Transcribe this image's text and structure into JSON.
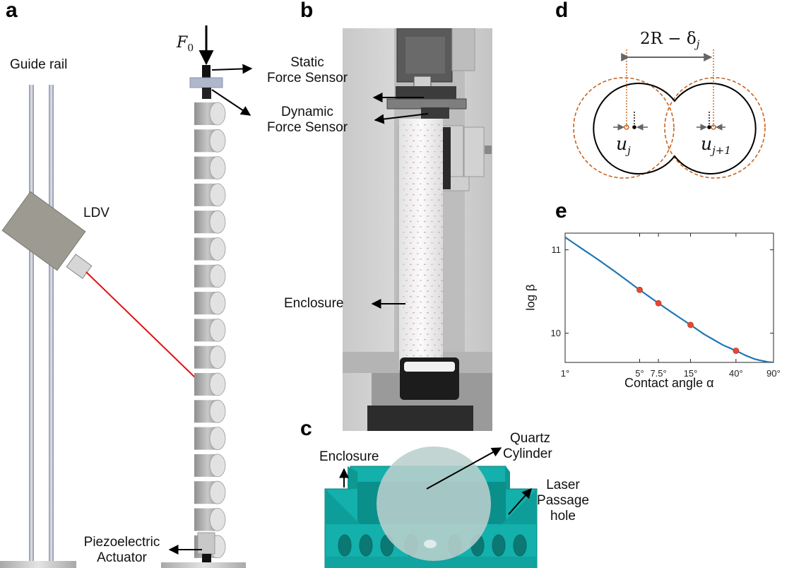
{
  "panels": {
    "a": "a",
    "b": "b",
    "c": "c",
    "d": "d",
    "e": "e"
  },
  "panel_a": {
    "guide_rail": "Guide rail",
    "ldv": "LDV",
    "force_symbol": "F",
    "force_subscript": "0",
    "static_sensor": [
      "Static",
      "Force Sensor"
    ],
    "dynamic_sensor": [
      "Dynamic",
      "Force Sensor"
    ],
    "actuator": [
      "Piezoelectric",
      "Actuator"
    ],
    "laser_color": "#e01010",
    "particle_count": 17
  },
  "panel_b": {
    "enclosure": "Enclosure"
  },
  "panel_c": {
    "enclosure": "Enclosure",
    "quartz": [
      "Quartz",
      "Cylinder"
    ],
    "laser_hole": [
      "Laser",
      "Passage",
      "hole"
    ],
    "body_color": "#13b0ac"
  },
  "panel_d": {
    "distance": "2R − δ",
    "distance_sub": "j",
    "u_left": "u",
    "u_left_sub": "j",
    "u_right": "u",
    "u_right_sub": "j+1",
    "dashed_color": "#c8641e"
  },
  "chart_data": {
    "type": "line",
    "xlabel": "Contact angle α",
    "ylabel": "log β",
    "xscale": "log",
    "xlim": [
      1,
      90
    ],
    "ylim": [
      9.65,
      11.2
    ],
    "xticks": [
      1,
      5,
      7.5,
      15,
      40,
      90
    ],
    "xtick_labels": [
      "1°",
      "5°",
      "7.5°",
      "15°",
      "40°",
      "90°"
    ],
    "yticks": [
      10,
      11
    ],
    "ytick_labels": [
      "10",
      "11"
    ],
    "series": [
      {
        "x": [
          1,
          2,
          3,
          5,
          7.5,
          10,
          15,
          20,
          30,
          40,
          50,
          60,
          70,
          80,
          90
        ],
        "y": [
          11.15,
          10.89,
          10.73,
          10.52,
          10.36,
          10.25,
          10.1,
          9.99,
          9.86,
          9.79,
          9.73,
          9.69,
          9.67,
          9.655,
          9.65
        ],
        "color": "#1f77b4"
      }
    ],
    "markers": {
      "x": [
        5,
        7.5,
        15,
        40
      ],
      "y": [
        10.52,
        10.36,
        10.1,
        9.79
      ],
      "color": "#e8482f"
    }
  }
}
